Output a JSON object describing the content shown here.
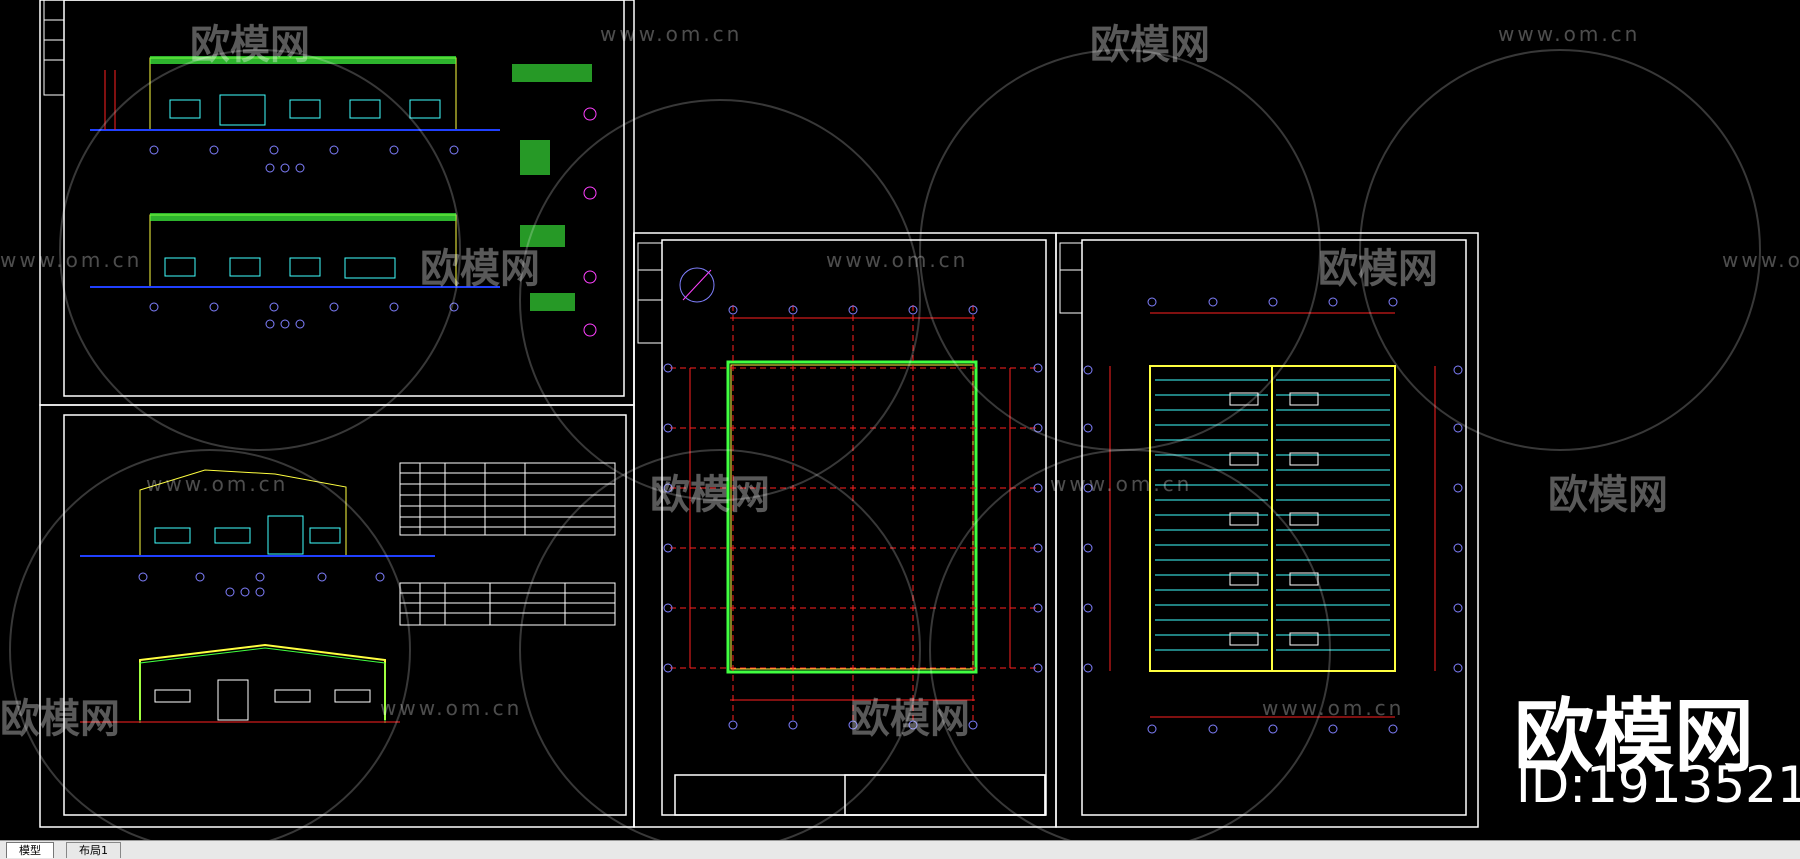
{
  "watermarks": {
    "brand_cn": "欧模网",
    "url": "www.om.cn"
  },
  "brand_overlay": {
    "name": "欧模网",
    "id_text": "ID:1913521"
  },
  "layout_tabs": [
    {
      "label": "模型",
      "active": true
    },
    {
      "label": "布局1",
      "active": false
    }
  ],
  "drawing_colors": {
    "frame": "#ffffff",
    "dimension": "#ff2020",
    "grid_axis": "#ff2020",
    "wall": "#ffff40",
    "window": "#40ffff",
    "ground": "#2040ff",
    "hatch": "#40ff40",
    "bubble": "#8080ff"
  }
}
